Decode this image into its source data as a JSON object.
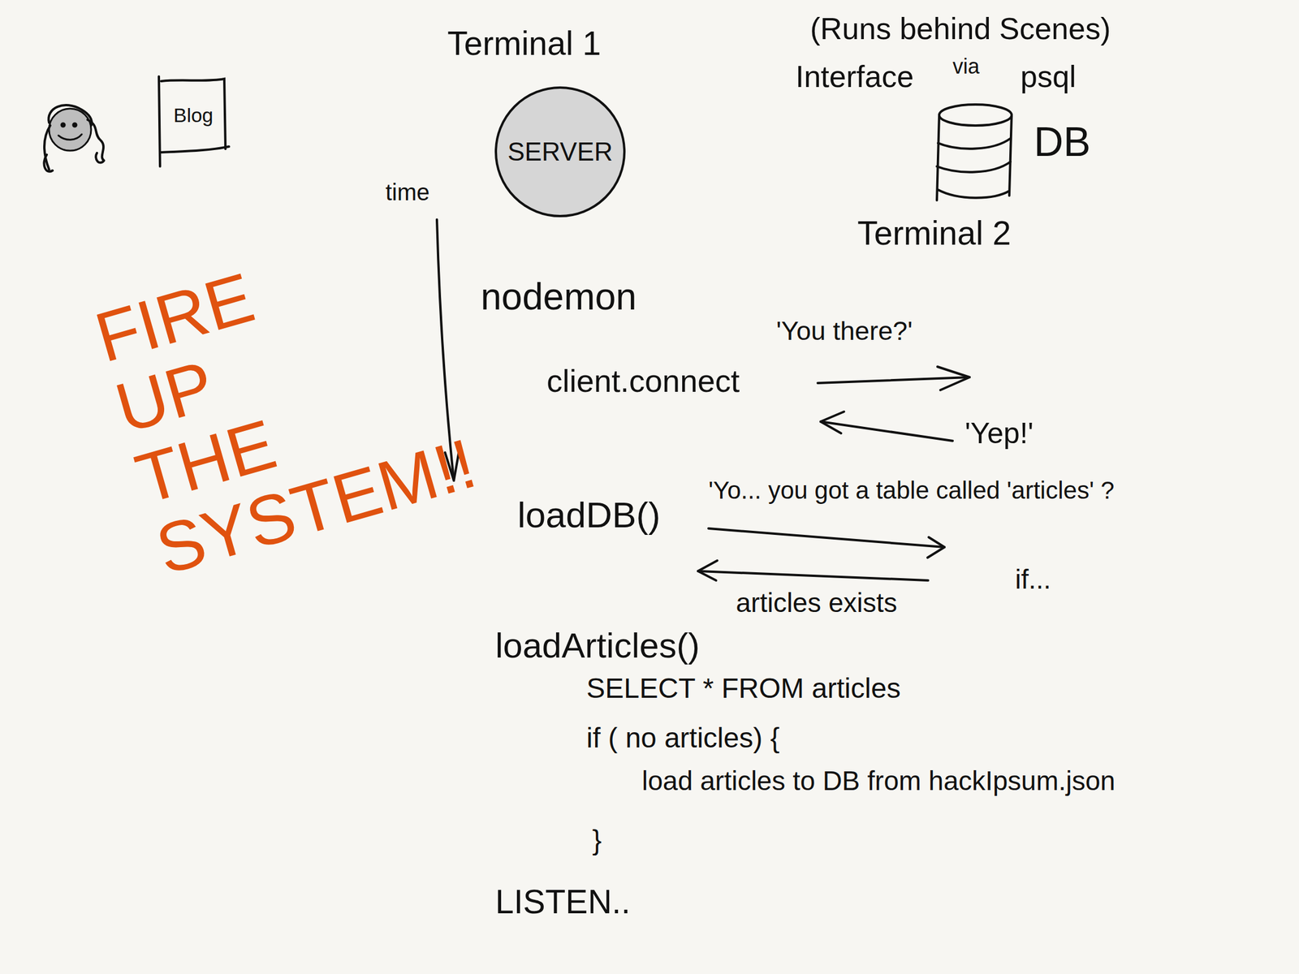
{
  "diagram": {
    "nodes": [
      {
        "text": [
          "Blog"
        ]
      },
      {
        "text": [
          "SERVER"
        ]
      },
      {
        "text": [
          "DB"
        ]
      }
    ],
    "labels": [
      "Terminal 1",
      "(Runs behind Scenes)",
      "Interface",
      "via",
      "psql",
      "Terminal 2",
      "time",
      "nodemon",
      "client.connect",
      "'You there?'",
      "'Yep!'",
      "loadDB()",
      "'Yo... you got a table called 'articles' ?",
      "articles exists",
      "if...",
      "loadArticles()",
      "SELECT * FROM articles",
      "if ( no articles) {",
      "load articles to DB from hackIpsum.json",
      "}",
      "LISTEN..",
      "FIRE UP THE SYSTEM!!"
    ]
  }
}
